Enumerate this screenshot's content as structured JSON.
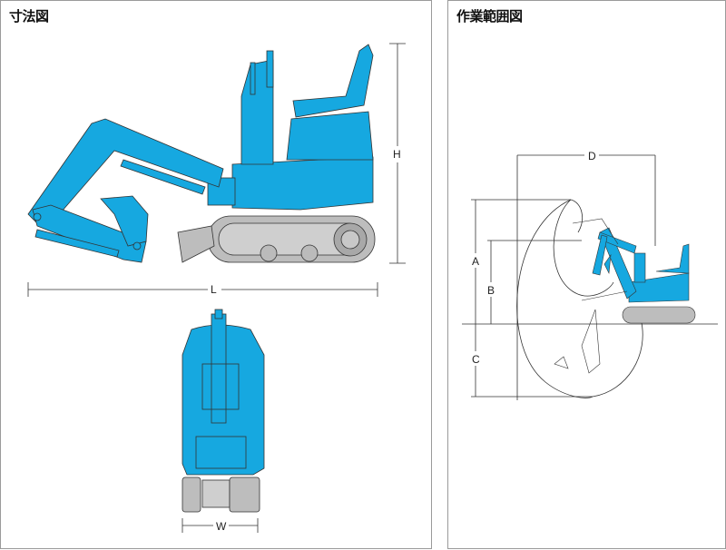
{
  "left_panel": {
    "title": "寸法図",
    "dimensions": {
      "height": "H",
      "length": "L",
      "width": "W"
    }
  },
  "right_panel": {
    "title": "作業範囲図",
    "dimensions": {
      "a": "A",
      "b": "B",
      "c": "C",
      "d": "D"
    }
  },
  "colors": {
    "machine": "#16a8e0",
    "track": "#bdbdbd",
    "line": "#333333"
  }
}
